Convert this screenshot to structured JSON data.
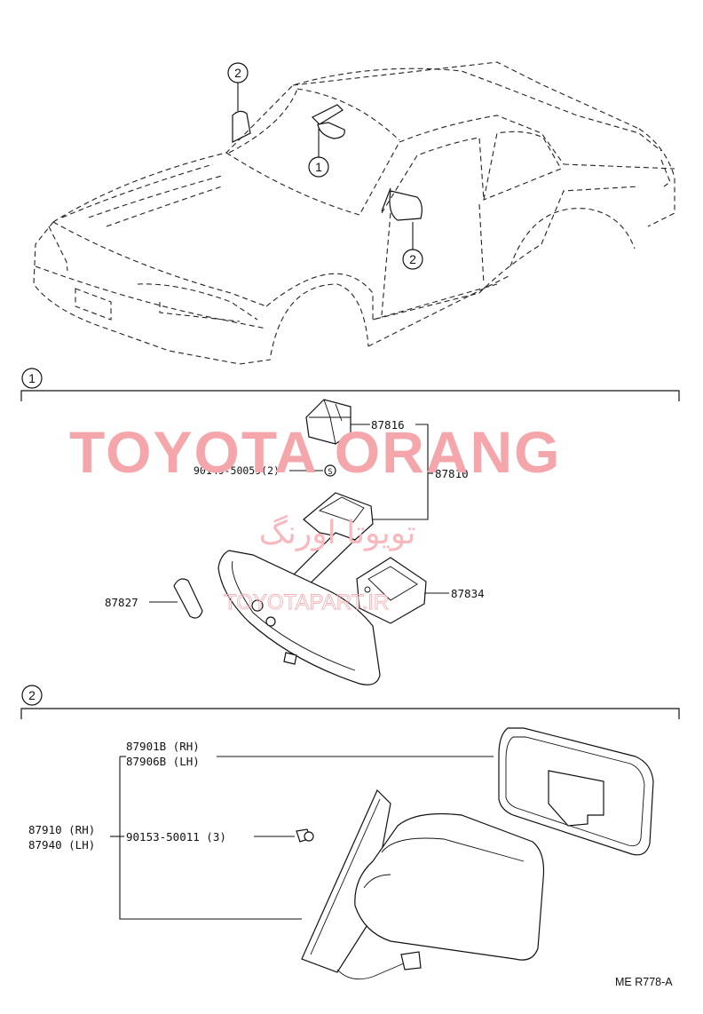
{
  "diagram": {
    "callouts": {
      "one": "1",
      "two": "2"
    },
    "watermark": {
      "brand": "TOYOTA ORANG",
      "brand_fa": "تویوتا اورنگ",
      "site": "TOYOTAPART.IR"
    },
    "section1": {
      "label": "1",
      "parts": {
        "holder": "87816",
        "screw": "90149-50059(2)",
        "mirror_assy": "87810",
        "cover": "87834",
        "lamp": "87827"
      },
      "screw_glyph": "S"
    },
    "section2": {
      "label": "2",
      "parts": {
        "mirror_rh": "87901B (RH)",
        "mirror_lh": "87906B (LH)",
        "outer_rh": "87910 (RH)",
        "outer_lh": "87940 (LH)",
        "screw": "90153-50011 (3)"
      }
    },
    "drawing_code": "ME R778-A"
  },
  "colors": {
    "line": "#111111",
    "watermark": "#f4a6ab"
  }
}
